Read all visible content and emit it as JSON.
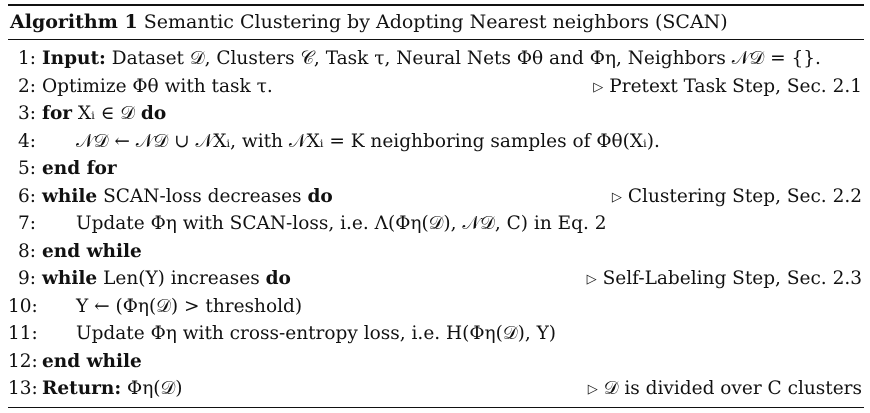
{
  "algorithm": {
    "label": "Algorithm 1",
    "title": "Semantic Clustering by Adopting Nearest neighbors (SCAN)",
    "comment_marker": "▷",
    "lines": [
      {
        "num": "1:",
        "keyword": "Input:",
        "text": " Dataset 𝒟, Clusters 𝒞, Task τ, Neural Nets Φθ and Φη, Neighbors 𝒩𝒟 = {}.",
        "keyword_end": "",
        "text_end": "",
        "comment": "",
        "indent": 0
      },
      {
        "num": "2:",
        "keyword": "",
        "text": "Optimize Φθ with task τ.",
        "keyword_end": "",
        "text_end": "",
        "comment": "Pretext Task Step, Sec. 2.1",
        "indent": 0
      },
      {
        "num": "3:",
        "keyword": "for",
        "text": " Xᵢ ∈ 𝒟 ",
        "keyword_end": "do",
        "text_end": "",
        "comment": "",
        "indent": 0
      },
      {
        "num": "4:",
        "keyword": "",
        "text": "𝒩𝒟 ← 𝒩𝒟 ∪ 𝒩Xᵢ, with 𝒩Xᵢ = K neighboring samples of Φθ(Xᵢ).",
        "keyword_end": "",
        "text_end": "",
        "comment": "",
        "indent": 1
      },
      {
        "num": "5:",
        "keyword": "end for",
        "text": "",
        "keyword_end": "",
        "text_end": "",
        "comment": "",
        "indent": 0
      },
      {
        "num": "6:",
        "keyword": "while",
        "text": " SCAN-loss decreases ",
        "keyword_end": "do",
        "text_end": "",
        "comment": "Clustering Step, Sec. 2.2",
        "indent": 0
      },
      {
        "num": "7:",
        "keyword": "",
        "text": "Update Φη with SCAN-loss, i.e. Λ(Φη(𝒟), 𝒩𝒟, C) in Eq. 2",
        "keyword_end": "",
        "text_end": "",
        "comment": "",
        "indent": 1
      },
      {
        "num": "8:",
        "keyword": "end while",
        "text": "",
        "keyword_end": "",
        "text_end": "",
        "comment": "",
        "indent": 0
      },
      {
        "num": "9:",
        "keyword": "while",
        "text": " Len(Y) increases ",
        "keyword_end": "do",
        "text_end": "",
        "comment": "Self-Labeling Step, Sec. 2.3",
        "indent": 0
      },
      {
        "num": "10:",
        "keyword": "",
        "text": "Y ← (Φη(𝒟) > threshold)",
        "keyword_end": "",
        "text_end": "",
        "comment": "",
        "indent": 1
      },
      {
        "num": "11:",
        "keyword": "",
        "text": "Update Φη with cross-entropy loss, i.e. H(Φη(𝒟), Y)",
        "keyword_end": "",
        "text_end": "",
        "comment": "",
        "indent": 1
      },
      {
        "num": "12:",
        "keyword": "end while",
        "text": "",
        "keyword_end": "",
        "text_end": "",
        "comment": "",
        "indent": 0
      },
      {
        "num": "13:",
        "keyword": "Return:",
        "text": " Φη(𝒟)",
        "keyword_end": "",
        "text_end": "",
        "comment": "𝒟 is divided over C clusters",
        "indent": 0
      }
    ]
  }
}
